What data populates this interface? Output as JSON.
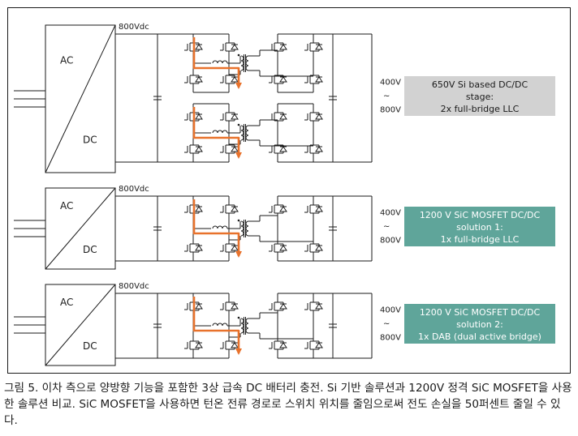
{
  "stages": [
    {
      "bus_label": "800Vdc",
      "converter": {
        "top": "AC",
        "bottom": "DC"
      },
      "out_top": "400V",
      "out_tilde": "~",
      "out_bottom": "800V",
      "info_lines": [
        "650V Si based DC/DC",
        "stage:",
        "2x full-bridge LLC"
      ],
      "info_bg": "#d2d2d2",
      "info_color": "#1a1a1a"
    },
    {
      "bus_label": "800Vdc",
      "converter": {
        "top": "AC",
        "bottom": "DC"
      },
      "out_top": "400V",
      "out_tilde": "~",
      "out_bottom": "800V",
      "info_lines": [
        "1200 V SiC MOSFET DC/DC",
        "solution 1:",
        "1x full-bridge LLC"
      ],
      "info_bg": "#5fa59a",
      "info_color": "#ffffff"
    },
    {
      "bus_label": "800Vdc",
      "converter": {
        "top": "AC",
        "bottom": "DC"
      },
      "out_top": "400V",
      "out_tilde": "~",
      "out_bottom": "800V",
      "info_lines": [
        "1200 V SiC MOSFET DC/DC",
        "solution 2:",
        "1x DAB (dual active bridge)"
      ],
      "info_bg": "#5fa59a",
      "info_color": "#ffffff"
    }
  ],
  "colors": {
    "current_path": "#e8722c",
    "line": "#1a1a1a"
  },
  "caption": "그림 5. 이차 측으로 양방향 기능을 포함한 3상 급속 DC 배터리 충전. Si 기반 솔루션과 1200V 정격 SiC MOSFET을 사용한 솔루션 비교. SiC MOSFET을 사용하면 턴온 전류 경로로 스위치 위치를 줄임으로써 전도 손실을 50퍼센트 줄일 수 있다."
}
